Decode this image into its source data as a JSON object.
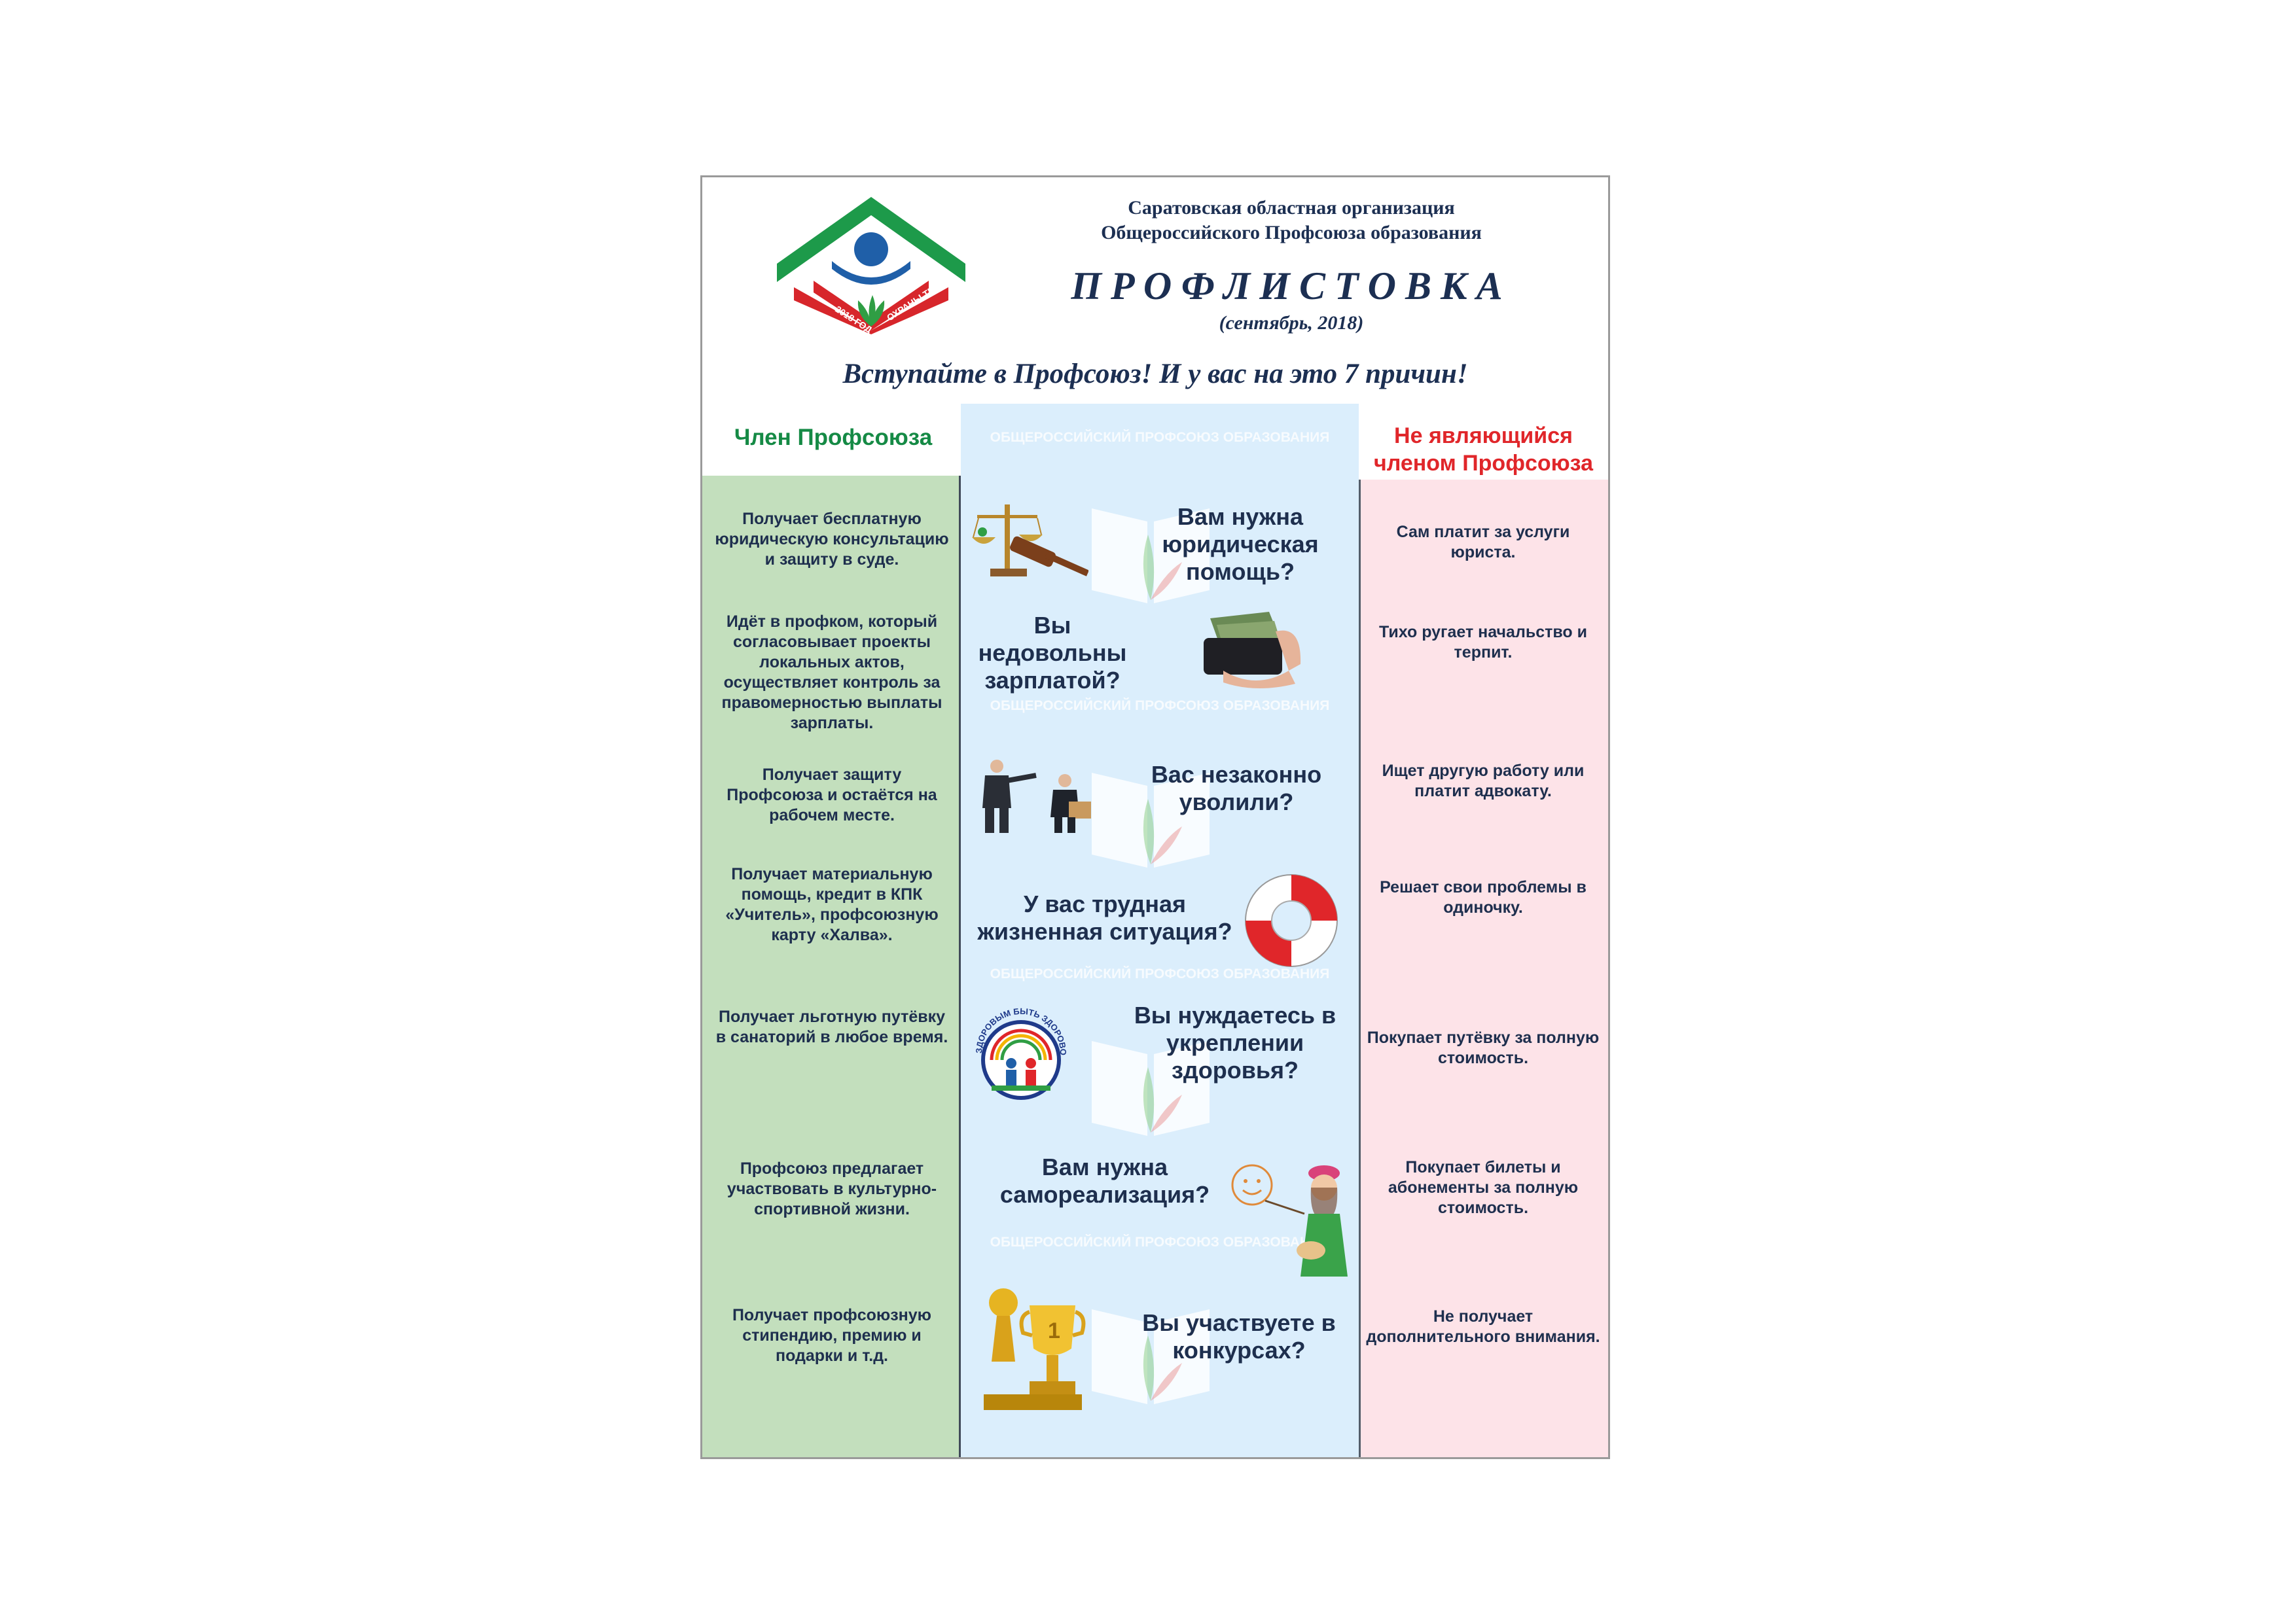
{
  "header": {
    "org_line1": "Саратовская областная организация",
    "org_line2": "Общероссийского Профсоюза образования",
    "title": "ПРОФЛИСТОВКА",
    "subtitle": "(сентябрь, 2018)",
    "slogan": "Вступайте в Профсоюз! И у вас на это 7 причин!"
  },
  "logo": {
    "text_left": "2018 ГОД",
    "text_right": "ОХРАНЫ ТРУДА",
    "colors": {
      "green": "#1d9a4a",
      "red": "#d7262b",
      "blue": "#1f5fa8"
    }
  },
  "columns": {
    "member_header": "Член Профсоюза",
    "nonmember_header_line1": "Не являющийся",
    "nonmember_header_line2": "членом Профсоюза"
  },
  "watermark": "ОБЩЕРОССИЙСКИЙ ПРОФСОЮЗ ОБРАЗОВАНИЯ",
  "rows": [
    {
      "member": "Получает бесплатную юридическую консультацию и защиту в суде.",
      "question": "Вам нужна юридическая помощь?",
      "nonmember": "Сам платит за услуги юриста.",
      "icon": "scales-gavel-icon"
    },
    {
      "member": "Идёт в профком, который согласовывает проекты локальных актов, осуществляет контроль за правомерностью выплаты зарплаты.",
      "question": "Вы недовольны зарплатой?",
      "nonmember": "Тихо ругает начальство и терпит.",
      "icon": "wallet-money-icon"
    },
    {
      "member": "Получает защиту Профсоюза и остаётся на рабочем месте.",
      "question": "Вас незаконно уволили?",
      "nonmember": "Ищет другую работу или платит адвокату.",
      "icon": "dismissal-icon"
    },
    {
      "member": "Получает материальную помощь, кредит в КПК «Учитель», профсоюзную карту «Халва».",
      "question": "У вас трудная жизненная ситуация?",
      "nonmember": "Решает свои проблемы в одиночку.",
      "icon": "lifebuoy-icon"
    },
    {
      "member": "Получает льготную путёвку в санаторий в любое время.",
      "question": "Вы нуждаетесь в укреплении здоровья?",
      "nonmember": "Покупает путёвку за полную стоимость.",
      "icon": "health-emblem-icon",
      "icon_text": "ЗДОРОВЫМ БЫТЬ ЗДОРОВО!"
    },
    {
      "member": "Профсоюз предлагает участвовать в культурно-спортивной жизни.",
      "question": "Вам нужна самореализация?",
      "nonmember": "Покупает билеты и абонементы за полную стоимость.",
      "icon": "painter-icon"
    },
    {
      "member": "Получает профсоюзную стипендию, премию и подарки и т.д.",
      "question": "Вы участвуете в конкурсах?",
      "nonmember": "Не получает дополнительного внимания.",
      "icon": "trophy-icon"
    }
  ]
}
